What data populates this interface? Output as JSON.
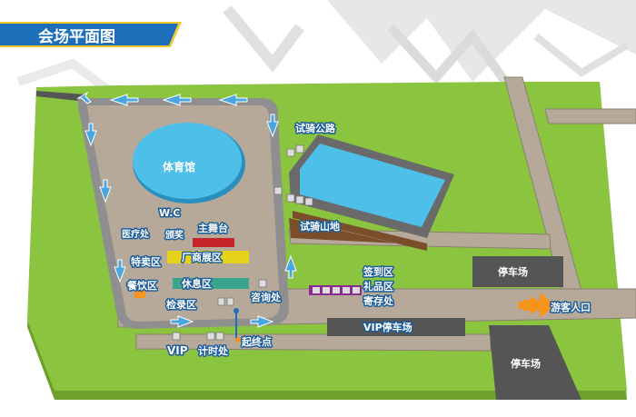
{
  "header": {
    "title": "会场平面图"
  },
  "labels": {
    "gym": "体育馆",
    "wc": "W.C",
    "test_road": "试骑公路",
    "test_hill": "试骑山地",
    "main_stage": "主舞台",
    "medical": "医疗处",
    "award": "颁奖",
    "special_sale": "特卖区",
    "exhibitor": "厂商展区",
    "rest": "休息区",
    "dining": "餐饮区",
    "check": "检录区",
    "info": "咨询处",
    "vip": "VIP",
    "timing": "计时处",
    "start_finish": "起终点",
    "checkin": "签到区",
    "gift": "礼品区",
    "storage": "寄存处",
    "parking_1": "停车场",
    "vip_parking": "VIP停车场",
    "parking_2": "停车场",
    "entrance": "游客人口"
  },
  "colors": {
    "header_band": "#1e6fba",
    "grass": "#8bc53f",
    "track": "#b7a999",
    "track_border": "#8f8f8f",
    "water": "#4dbfe8",
    "parking": "#555555",
    "arrow": "#4aa6e0",
    "entrance_arrow": "#f7941d",
    "main_stage": "#c8242b",
    "special_sale": "#8a2c8f",
    "exhibitor": "#e7d21b",
    "rest": "#3aa58a",
    "dining": "#f7941d",
    "hill": "#7a4d2b",
    "booth": "#dddddd"
  }
}
